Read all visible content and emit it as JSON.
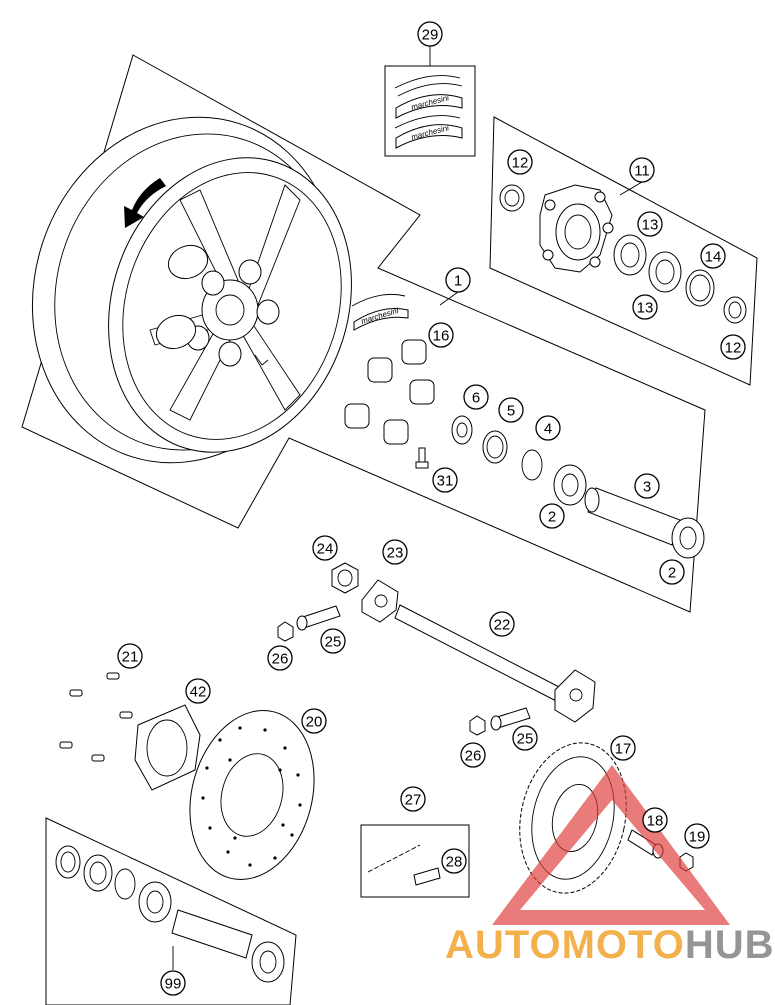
{
  "callouts": [
    "29",
    "11",
    "12",
    "13",
    "14",
    "13",
    "12",
    "1",
    "16",
    "6",
    "5",
    "4",
    "3",
    "2",
    "2",
    "31",
    "24",
    "23",
    "22",
    "25",
    "26",
    "21",
    "42",
    "20",
    "25",
    "26",
    "17",
    "18",
    "19",
    "27",
    "28",
    "99"
  ],
  "sticker_text": "marchesini",
  "watermark": {
    "prefix": "AUTO",
    "middle": "MOTO",
    "suffix": "HUB",
    "color_prefix": "#f2a93b",
    "color_middle": "#f2a93b",
    "color_suffix": "#8a8a8a",
    "triangle_color": "#e03c3c"
  }
}
